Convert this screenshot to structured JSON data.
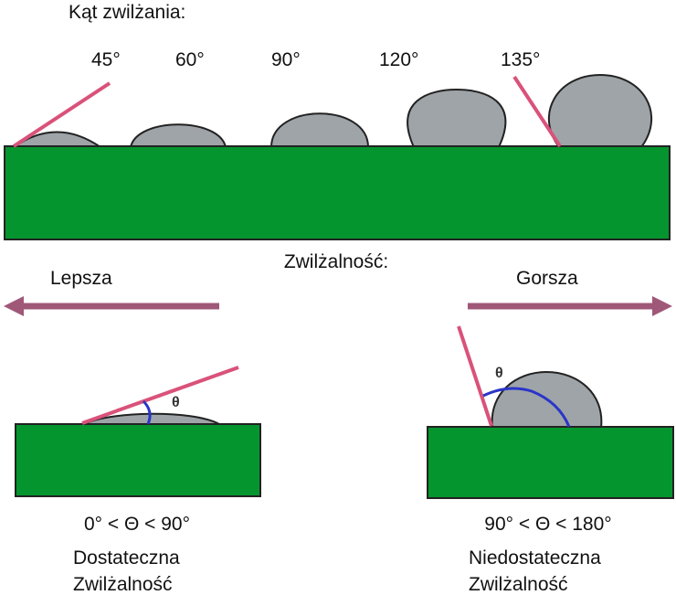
{
  "title": "Kąt zwilżania:",
  "angles": [
    "45°",
    "60°",
    "90°",
    "120°",
    "135°"
  ],
  "wettability_label": "Zwilżalność:",
  "better": "Lepsza",
  "worse": "Gorsza",
  "theta_symbol": "θ",
  "left_case": {
    "range": "0° < Θ < 90°",
    "line1": "Dostateczna",
    "line2": "Zwilżalność"
  },
  "right_case": {
    "range": "90° < Θ < 180°",
    "line1": "Niedostateczna",
    "line2": "Zwilżalność"
  },
  "colors": {
    "substrate": "#05952f",
    "drop": "#9ea4a8",
    "tangent": "#d9527a",
    "arc": "#2a35c8",
    "arrow": "#a05878"
  }
}
